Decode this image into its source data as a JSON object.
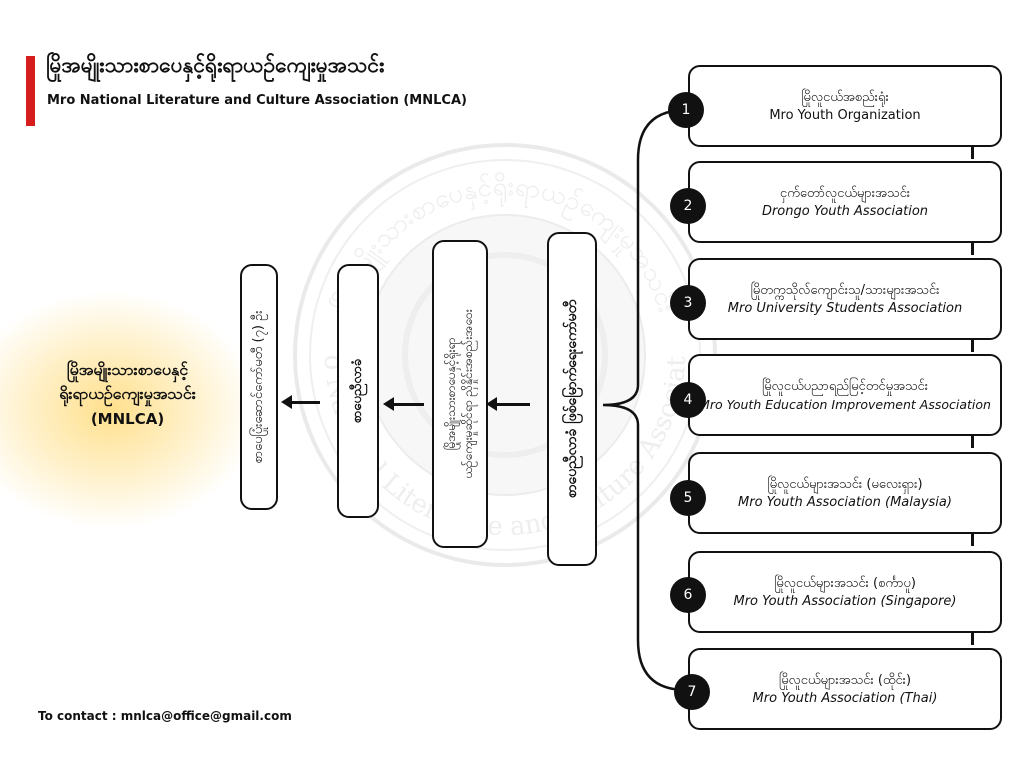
{
  "header": {
    "title_mm": "မြိုအမျိုးသားစာပေနှင့်ရိုးရာယဉ်ကျေးမှုအသင်း",
    "title_en": "Mro National Literature and Culture Association (MNLCA)"
  },
  "watermark": {
    "arc_top": "မြိုအမျိုးသားစာပေနှင့်ရိုးရာယဉ်ကျေးမှုအသင်း",
    "arc_bottom": "Mro National Literature and Culture Association"
  },
  "association": {
    "line1": "မြိုအမျိုးသားစာပေနှင့်",
    "line2": "ရိုးရာယဉ်ကျေးမှုအသင်း",
    "line3": "(MNLCA)"
  },
  "flow": {
    "step1": "စာပေညီလာခံ ဖြစ်မြောက်ရေးကော်မတီ",
    "step2_line1": "မြိုအမျိုးသားစာပေနှင့်ရိုးရာ",
    "step2_line2": "ယဉ်ကျေးမှုဆိုင်ရာ ညှိနှိုင်းအစည်းအဝေး",
    "step3": "စာပေညီလာခံ",
    "step4": "စာပေပြုံးဆောင်ကော်မတီ (၇) ဦး"
  },
  "organizations": [
    {
      "num": "1",
      "mm": "မြိုလူငယ်အစည်းရုံး",
      "en": "Mro Youth Organization"
    },
    {
      "num": "2",
      "mm": "ငှက်တော်လူငယ်များအသင်း",
      "en": "Drongo Youth Association"
    },
    {
      "num": "3",
      "mm": "မြိုတက္ကသိုလ်ကျောင်းသူ/သားများအသင်း",
      "en": "Mro University Students Association"
    },
    {
      "num": "4",
      "mm": "မြိုလူငယ်ပညာရည်မြင့်တင်မှုအသင်း",
      "en": "Mro Youth Education Improvement Association"
    },
    {
      "num": "5",
      "mm": "မြိုလူငယ်များအသင်း (မလေးရှား)",
      "en": "Mro Youth Association (Malaysia)"
    },
    {
      "num": "6",
      "mm": "မြိုလူငယ်များအသင်း (စင်္ကာပူ)",
      "en": "Mro Youth Association (Singapore)"
    },
    {
      "num": "7",
      "mm": "မြိုလူငယ်များအသင်း (ထိုင်း)",
      "en": "Mro Youth Association (Thai)"
    }
  ],
  "footer": {
    "contact": "To contact : mnlca@office@gmail.com"
  },
  "colors": {
    "accent_bar": "#d51d1d",
    "glow": "#ffd978",
    "ink": "#111111"
  }
}
